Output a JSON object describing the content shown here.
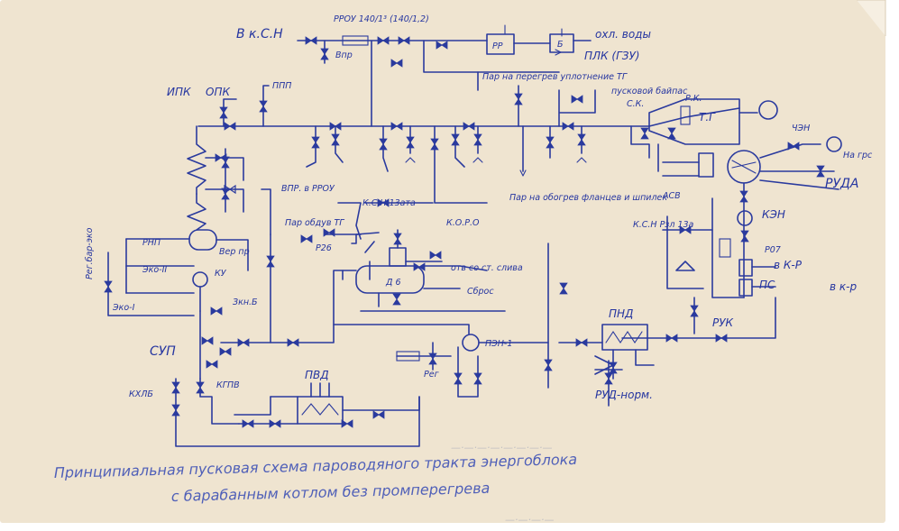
{
  "labels": {
    "v_ksn": "В к.С.Н",
    "rrou_top": "РРОУ 140/1³ (140/1,2)",
    "vpr": "Впр",
    "rr": "РР",
    "b": "Б",
    "ohl_vody": "охл. воды",
    "plk": "ПЛК (ГЗУ)",
    "par_uplot": "Пар на перегрев уплотнение ТГ",
    "ipk": "ИПК",
    "opk": "ОПК",
    "ppp": "ППП",
    "puskovoy": "пусковой байпас",
    "rk": "Р.К.",
    "sk": "С.К.",
    "tg": "Т.Г",
    "chen": "ЧЭН",
    "na_grs": "На грс",
    "ruda": "РУДА",
    "vpr_rrou": "ВПР. в РРОУ",
    "ksn_13a": "К.С.Н.13ата",
    "par_obogrev": "Пар на обогрев фланцев и шпилек",
    "asv": "АСВ",
    "ken": "КЭН",
    "ko_ro": "К.О.Р.О",
    "reg_bar": "Рег.бар-эко",
    "rnp": "РНП",
    "eko2": "Эко-II",
    "ver_pr": "Вер пр",
    "ku": "КУ",
    "eko1": "Эко-I",
    "zkn_b": "Зкн.Б",
    "par_obduv": "Пар обдув ТГ",
    "r26": "Р26",
    "d6": "Д 6",
    "otvod": "отв со ст. слива",
    "sbros": "Сброс",
    "pen": "ПЭН-1",
    "rep": "Рег",
    "ksn_side": "К.С.Н Рзл 13а",
    "p07": "Р07",
    "v_kr1": "в К-Р",
    "ps": "ПС",
    "v_kr2": "в к-р",
    "pnd": "ПНД",
    "ruk": "РУК",
    "rud_norm": "РУД-норм.",
    "sup": "СУП",
    "khlb": "КХЛБ",
    "kgpv": "КГПВ",
    "pvd": "ПВД"
  },
  "caption": {
    "line1": "Принципиальная пусковая схема пароводяного тракта энергоблока",
    "line2": "с барабанным котлом без промперегрева"
  },
  "colors": {
    "ink": "#2a3a9e",
    "paper": "#efe4d0"
  }
}
